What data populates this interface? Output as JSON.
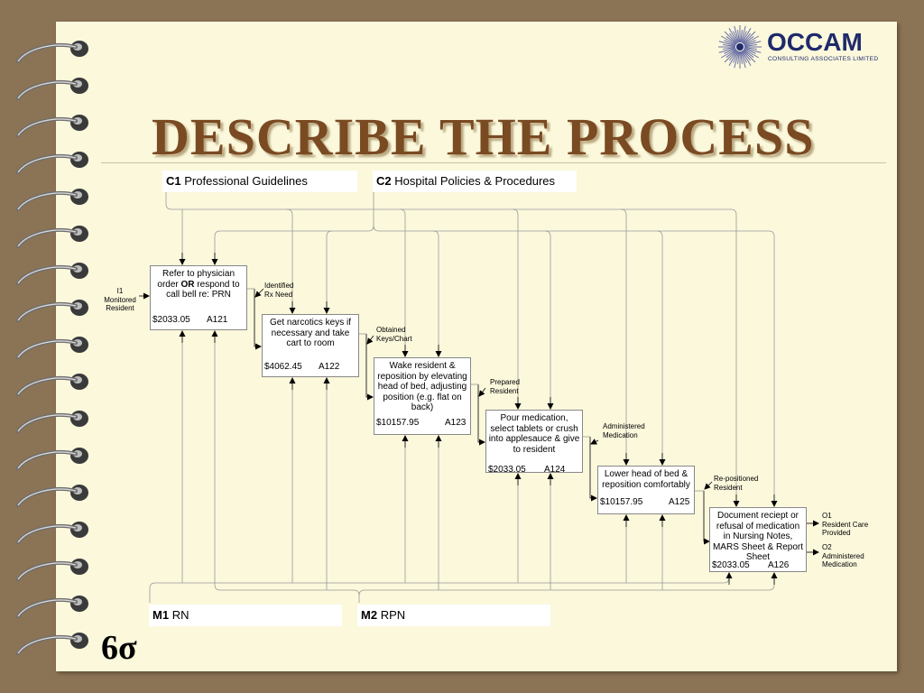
{
  "slide": {
    "title": "DESCRIBE THE PROCESS",
    "page_number": "6σ"
  },
  "logo": {
    "name": "OCCAM",
    "subtitle": "CONSULTING ASSOCIATES LIMITED",
    "colors": {
      "primary": "#1f2a6b",
      "rays": "#6a6fa6"
    }
  },
  "controls": {
    "c1": {
      "id": "C1",
      "label": "Professional Guidelines"
    },
    "c2": {
      "id": "C2",
      "label": "Hospital Policies & Procedures"
    }
  },
  "mechanisms": {
    "m1": {
      "id": "M1",
      "label": "RN"
    },
    "m2": {
      "id": "M2",
      "label": "RPN"
    }
  },
  "input": {
    "id": "I1",
    "label": "Monitored Resident"
  },
  "activities": [
    {
      "text": "Refer to physician order OR respond to call bell re: PRN",
      "cost": "$2033.05",
      "code": "A121"
    },
    {
      "text": "Get narcotics keys if necessary and take cart to room",
      "cost": "$4062.45",
      "code": "A122"
    },
    {
      "text": "Wake resident & reposition by elevating head of bed, adjusting position (e.g. flat on back)",
      "cost": "$10157.95",
      "code": "A123"
    },
    {
      "text": "Pour medication, select tablets or crush into applesauce & give to resident",
      "cost": "$2033.05",
      "code": "A124"
    },
    {
      "text": "Lower head of bed & reposition comfortably",
      "cost": "$10157.95",
      "code": "A125"
    },
    {
      "text": "Document reciept or refusal of medication in Nursing Notes, MARS Sheet & Report Sheet",
      "cost": "$2033.05",
      "code": "A126"
    }
  ],
  "intermediate_outputs": [
    "Identified Rx Need",
    "Obtained Keys/Chart",
    "Prepared Resident",
    "Administered Medication",
    "Re-positioned Resident"
  ],
  "outputs": [
    {
      "id": "O1",
      "label": "Resident Care Provided"
    },
    {
      "id": "O2",
      "label": "Administered Medication"
    }
  ],
  "colors": {
    "page": "#fbf8dc",
    "frame": "#8b7355",
    "title": "#7a4a22"
  }
}
